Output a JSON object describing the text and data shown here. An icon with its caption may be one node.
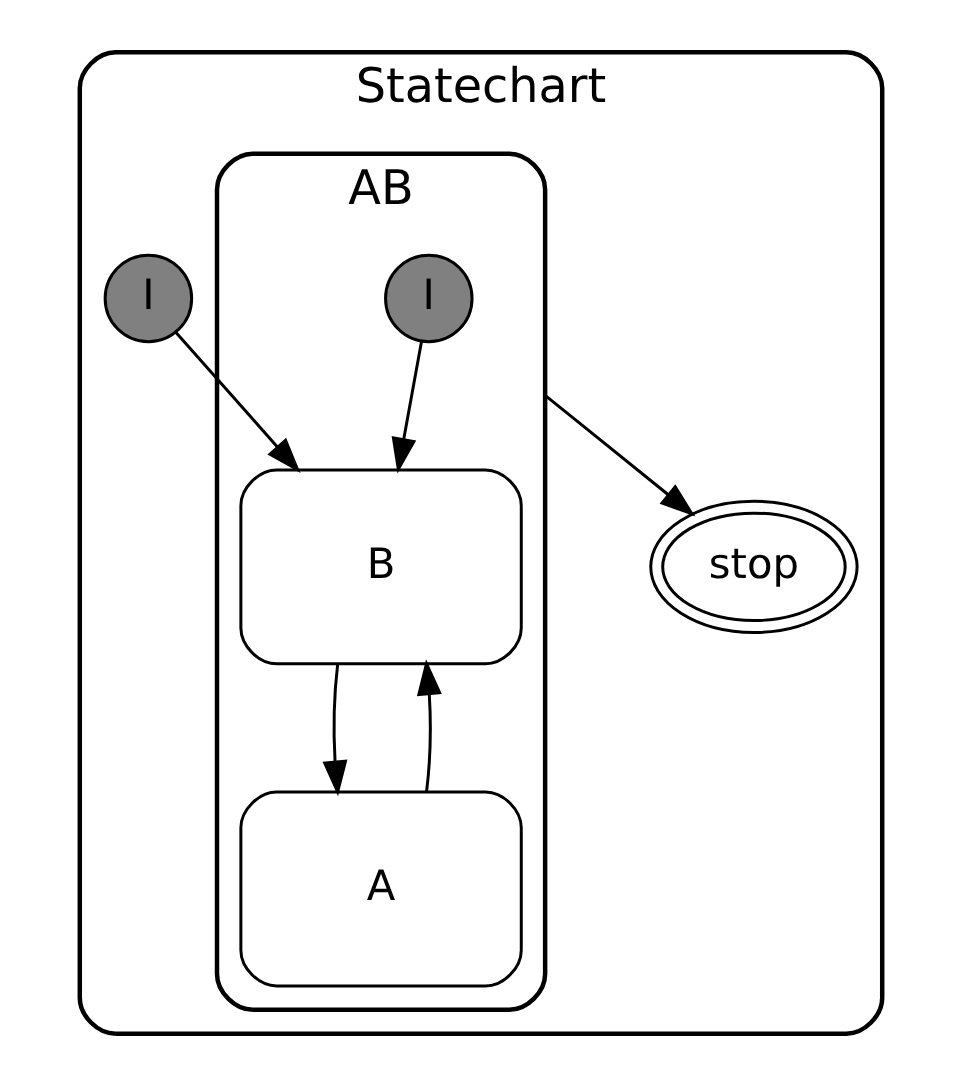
{
  "diagram": {
    "nodes": [
      {
        "text": [
          "Statechart"
        ]
      },
      {
        "text": [
          "AB"
        ],
        "in": 0
      },
      {
        "text": [
          "I"
        ],
        "in": 1
      },
      {
        "text": [
          "B"
        ],
        "in": 1
      },
      {
        "text": [
          "A"
        ],
        "in": 1
      },
      {
        "text": [
          "I"
        ],
        "in": 0
      },
      {
        "text": [
          "stop"
        ],
        "in": 0
      }
    ],
    "edges": [
      {
        "from": 2,
        "to": 3,
        "arrow": "to"
      },
      {
        "from": 5,
        "to": 3,
        "arrow": "to"
      },
      {
        "from": 1,
        "to": 6,
        "arrow": "to"
      },
      {
        "from": 3,
        "to": 4,
        "arrow": "to"
      },
      {
        "from": 4,
        "to": 3,
        "arrow": "to"
      }
    ]
  }
}
